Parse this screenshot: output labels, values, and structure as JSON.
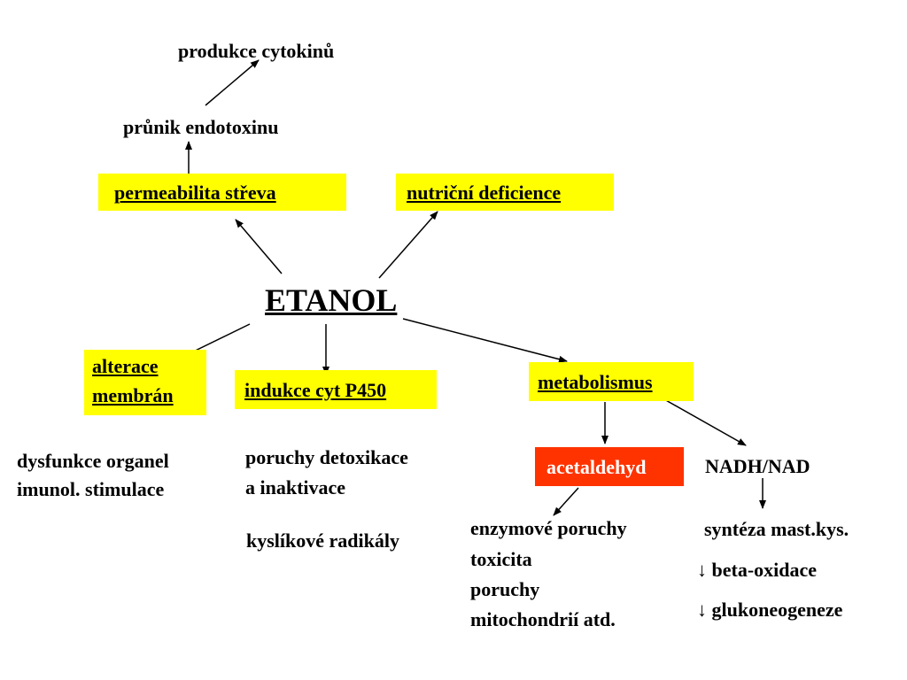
{
  "nodes": {
    "produkce_cytokinu": "produkce cytokinů",
    "prunik_endotoxinu": "průnik endotoxinu",
    "permeabilita": "permeabilita střeva",
    "nutricni": "nutriční deficience",
    "etanol": "ETANOL",
    "alterace_line1": "alterace",
    "alterace_line2": "membrán",
    "indukce": "indukce cyt P450",
    "metabolismus": "metabolismus",
    "acetaldehyd": "acetaldehyd",
    "nadh": "NADH/NAD",
    "dysfunkce": "dysfunkce organel",
    "imunol": "imunol. stimulace",
    "poruchy_detox": "poruchy detoxikace",
    "inaktivace": "a inaktivace",
    "kyslikove": "kyslíkové radikály",
    "enzymove": "enzymové poruchy",
    "toxicita": "toxicita",
    "poruchy": "poruchy",
    "mitochondrii": "mitochondrií atd.",
    "synteza": "syntéza mast.kys.",
    "beta": "↓ beta-oxidace",
    "gluko": "↓ glukoneogeneze"
  },
  "colors": {
    "highlight": "#ffff00",
    "acetaldehyd_bg": "#ff3300",
    "acetaldehyd_text": "#ffffff",
    "arrow": "#000000"
  }
}
